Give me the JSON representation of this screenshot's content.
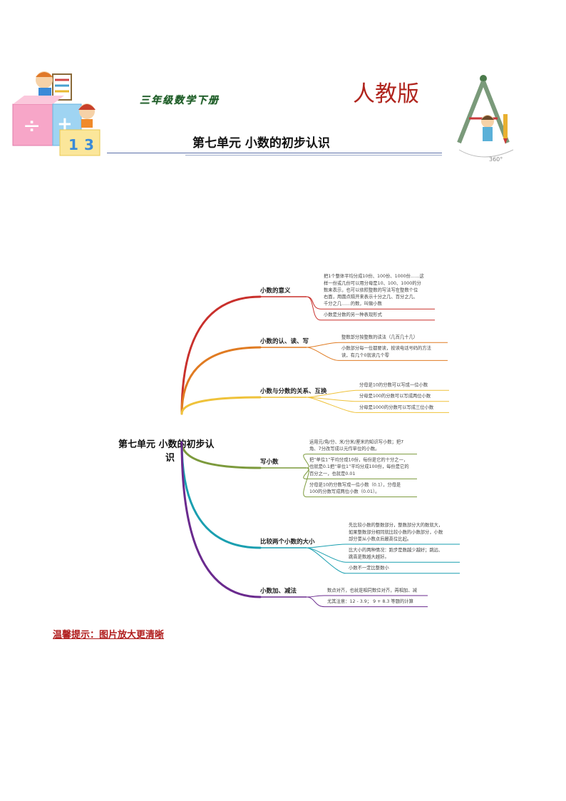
{
  "header": {
    "grade_title": "三年级数学下册",
    "edition": "人教版",
    "unit_title": "第七单元 小数的初步认识"
  },
  "mindmap": {
    "root_line1": "第七单元 小数的初步认",
    "root_line2": "识",
    "branches": [
      {
        "label": "小数的意义",
        "color": "#c9302c",
        "leaves": [
          [
            "把1个整体平均分成10份、100份、1000份……这",
            "样一份或几份可以用分母是10、100、1000的分",
            "数来表示，也可以依照整数的写法写在整数个位",
            "右面，用圆点隔开来表示十分之几、百分之几、",
            "千分之几……的数，叫做小数"
          ],
          [
            "小数是分数的另一种表现形式"
          ]
        ]
      },
      {
        "label": "小数的认、读、写",
        "color": "#e07b22",
        "leaves": [
          [
            "整数部分按整数的读法（几百几十几）"
          ],
          [
            "小数部分每一位都要读，按读电话号码的方法",
            "读，有几个0就读几个零"
          ]
        ]
      },
      {
        "label": "小数与分数的关系、互换",
        "color": "#efc23a",
        "leaves": [
          [
            "分母是10的分数可以写成一位小数"
          ],
          [
            "分母是100的分数可以写成两位小数"
          ],
          [
            "分母是1000的分数可以写成三位小数"
          ]
        ]
      },
      {
        "label": "写小数",
        "color": "#7c9a3c",
        "leaves": [
          [
            "运用元/角/分、米/分米/厘米的知识写小数；把7",
            "角、7分改写成以元作单位的小数。"
          ],
          [
            "把“单位1”平均分成10份，每份是它的十分之一，",
            "也就是0.1把“单位1”平均分成100份，每份是它的",
            "百分之一，也就是0.01"
          ],
          [
            "分母是10的分数写成一位小数（0.1），分母是",
            "100的分数写成两位小数（0.01）。"
          ]
        ]
      },
      {
        "label": "比较两个小数的大小",
        "color": "#1a9fb0",
        "leaves": [
          [
            "先比较小数的整数部分，整数部分大的数就大，",
            "如果整数部分相同就比较小数的小数部分，小数",
            "部分要从小数点后最高位比起。"
          ],
          [
            "比大小的两种情况：跑步是数越少越好；跳远、",
            "跳高是数越大越好。"
          ],
          [
            "小数不一定比整数小"
          ]
        ]
      },
      {
        "label": "小数加、减法",
        "color": "#6a2a8e",
        "leaves": [
          [
            "数点对齐，也就是相同数位对齐，再相加、减"
          ],
          [
            "尤其注意：12 - 3.9；  9 + 8.3 等题的计算"
          ]
        ]
      }
    ]
  },
  "tip": "温馨提示：图片放大更清晰"
}
